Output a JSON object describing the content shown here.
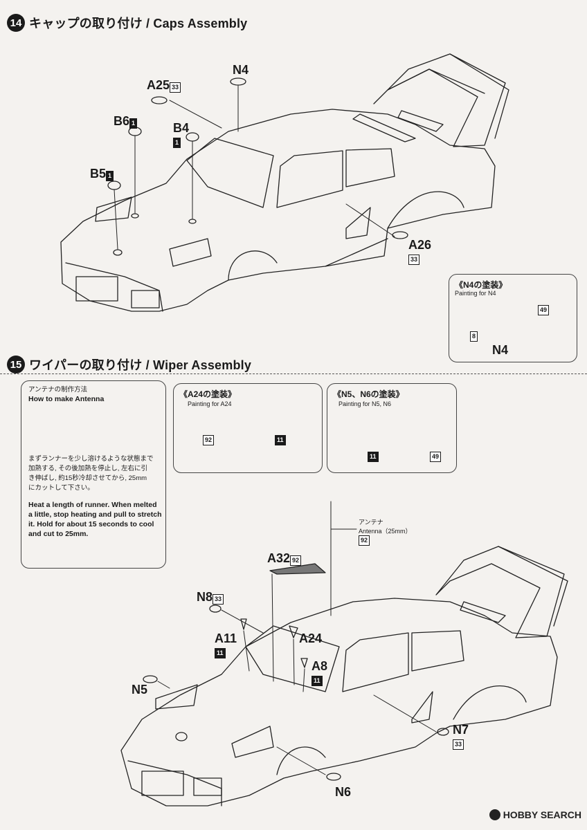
{
  "step14": {
    "number": "14",
    "title": "キャップの取り付け / Caps Assembly"
  },
  "step15": {
    "number": "15",
    "title": "ワイパーの取り付け / Wiper Assembly"
  },
  "step14_parts": {
    "n4": "N4",
    "a25": "A25",
    "a25_color": "33",
    "b6": "B6",
    "b6_color": "1",
    "b4": "B4",
    "b4_color": "1",
    "b5": "B5",
    "b5_color": "1",
    "a26": "A26",
    "a26_color": "33"
  },
  "n4_box": {
    "title": "《N4の塗装》",
    "subtitle": "Painting for N4",
    "color_left": "8",
    "color_right": "49",
    "part_label": "N4"
  },
  "antenna_box": {
    "title_jp": "アンテナの制作方法",
    "title_en": "How to make Antenna",
    "text_jp_1": "まずランナーを少し溶けるような状態まで",
    "text_jp_2": "加熱する, その後加熱を停止し, 左右に引",
    "text_jp_3": "き伸ばし, 約15秒冷却させてから, 25mm",
    "text_jp_4": "にカットして下さい。",
    "text_en_1": "Heat a length of runner. When melted",
    "text_en_2": "a little, stop heating and pull to stretch",
    "text_en_3": "it. Hold for about 15 seconds to cool",
    "text_en_4": "and cut to 25mm."
  },
  "a24_box": {
    "title": "《A24の塗装》",
    "subtitle": "Painting for A24",
    "color_left": "92",
    "color_right": "11"
  },
  "n5n6_box": {
    "title": "《N5、N6の塗装》",
    "subtitle": "Painting for N5, N6",
    "color_left": "11",
    "color_right": "49"
  },
  "step15_parts": {
    "antenna_jp": "アンテナ",
    "antenna_en": "Antenna（25mm）",
    "antenna_color": "92",
    "a32": "A32",
    "a32_color": "92",
    "n8": "N8",
    "n8_color": "33",
    "a11": "A11",
    "a11_color": "11",
    "a24": "A24",
    "a8": "A8",
    "a8_color": "11",
    "n5": "N5",
    "n7": "N7",
    "n7_color": "33",
    "n6": "N6"
  },
  "watermark": {
    "text": "HOBBY SEARCH"
  }
}
